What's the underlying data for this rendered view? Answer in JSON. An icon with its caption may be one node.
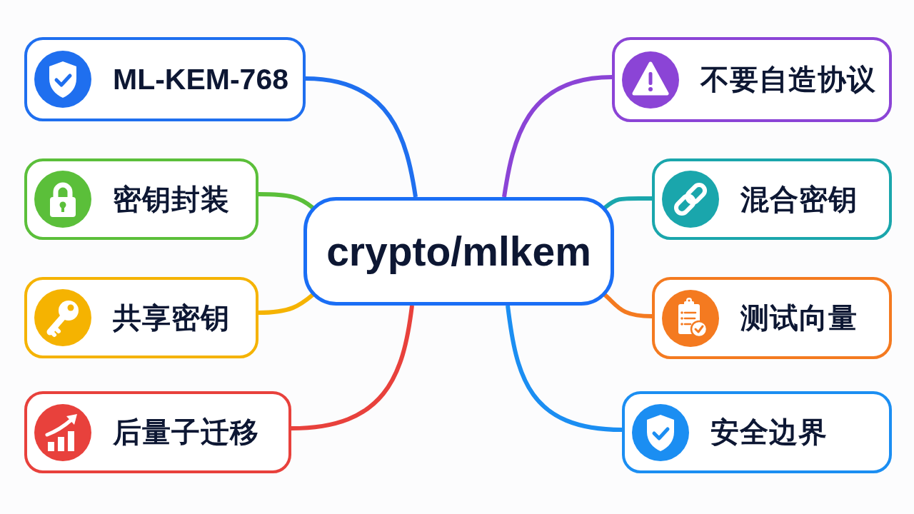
{
  "diagram": {
    "nodes": [
      {
        "text": [
          "crypto/mlkem"
        ]
      },
      {
        "text": [
          "ML-KEM-768"
        ]
      },
      {
        "text": [
          "密钥封装"
        ]
      },
      {
        "text": [
          "共享密钥"
        ]
      },
      {
        "text": [
          "后量子迁移"
        ]
      },
      {
        "text": [
          "不要自造协议"
        ]
      },
      {
        "text": [
          "混合密钥"
        ]
      },
      {
        "text": [
          "测试向量"
        ]
      },
      {
        "text": [
          "安全边界"
        ]
      }
    ],
    "edges": [
      {
        "from": 0,
        "to": 1,
        "arrow": "none",
        "color": "#1f6fef"
      },
      {
        "from": 0,
        "to": 2,
        "arrow": "none",
        "color": "#5bbf3a"
      },
      {
        "from": 0,
        "to": 3,
        "arrow": "none",
        "color": "#f5b301"
      },
      {
        "from": 0,
        "to": 4,
        "arrow": "none",
        "color": "#e8413c"
      },
      {
        "from": 0,
        "to": 5,
        "arrow": "none",
        "color": "#8b44d6"
      },
      {
        "from": 0,
        "to": 6,
        "arrow": "none",
        "color": "#1aa6ac"
      },
      {
        "from": 0,
        "to": 7,
        "arrow": "none",
        "color": "#f47a20"
      },
      {
        "from": 0,
        "to": 8,
        "arrow": "none",
        "color": "#1b8ef2"
      }
    ]
  }
}
